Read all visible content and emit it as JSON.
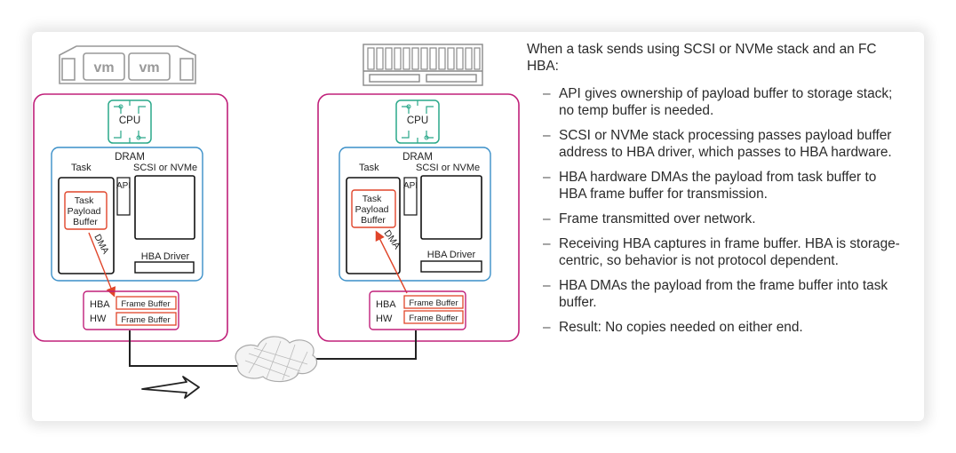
{
  "left_host": {
    "cpu_label": "CPU",
    "dram_label": "DRAM",
    "task_label": "Task",
    "stack_label": "SCSI or NVMe",
    "api_label": "API",
    "payload_label_lines": [
      "Task",
      "Payload",
      "Buffer"
    ],
    "dma_label": "DMA",
    "hba_driver_label": "HBA Driver",
    "hba_label": "HBA",
    "hw_label": "HW",
    "frame_buffer_labels": [
      "Frame Buffer",
      "Frame Buffer"
    ],
    "vm_labels": [
      "vm",
      "vm"
    ]
  },
  "right_host": {
    "cpu_label": "CPU",
    "dram_label": "DRAM",
    "task_label": "Task",
    "stack_label": "SCSI or NVMe",
    "api_label": "API",
    "payload_label_lines": [
      "Task",
      "Payload",
      "Buffer"
    ],
    "dma_label": "DMA",
    "hba_driver_label": "HBA Driver",
    "hba_label": "HBA",
    "hw_label": "HW",
    "frame_buffer_labels": [
      "Frame Buffer",
      "Frame Buffer"
    ]
  },
  "colors": {
    "host_border": "#c0207a",
    "dram_border": "#3a8fc8",
    "cpu_border": "#2aa88a",
    "buffer_border": "#e0452a",
    "hba_border": "#c0207a"
  },
  "text": {
    "intro": "When a task sends using SCSI or NVMe stack and an FC HBA:",
    "bullets": [
      "API gives ownership of payload buffer to storage stack; no temp buffer is needed.",
      "SCSI or NVMe stack processing passes payload buffer address to HBA driver, which passes to HBA hardware.",
      "HBA hardware DMAs the payload from task buffer to HBA frame buffer for transmission.",
      "Frame transmitted over network.",
      "Receiving HBA captures in frame buffer. HBA is storage-centric, so behavior is not protocol dependent.",
      "HBA DMAs the payload from the frame buffer into task buffer.",
      "Result: No copies needed on either end."
    ]
  }
}
